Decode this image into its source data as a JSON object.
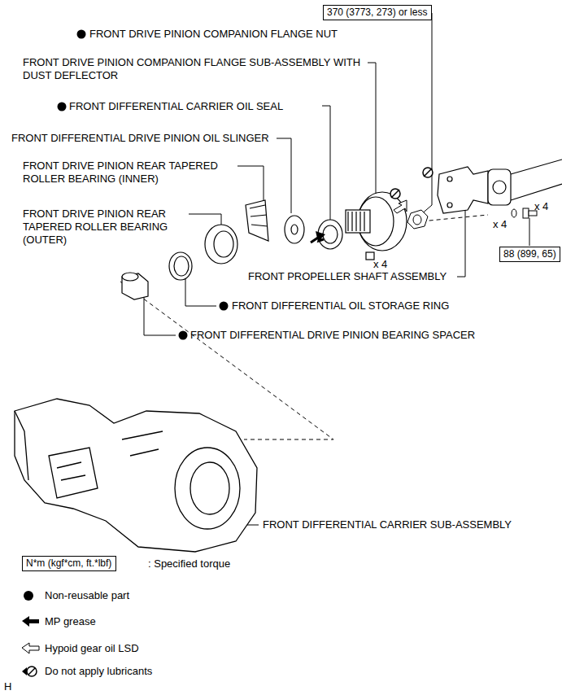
{
  "diagram": {
    "nodes": [
      {
        "text": [
          "370 (3773, 273) or less"
        ]
      },
      {
        "text": [
          "88 (899, 65)"
        ]
      },
      {
        "text": [
          "N*m (kgf*cm, ft.*lbf)"
        ]
      }
    ],
    "labels": [
      "FRONT DRIVE PINION COMPANION FLANGE NUT",
      "FRONT DRIVE PINION COMPANION FLANGE SUB-ASSEMBLY WITH DUST DEFLECTOR",
      "FRONT DIFFERENTIAL CARRIER OIL SEAL",
      "FRONT DIFFERENTIAL DRIVE PINION OIL SLINGER",
      "FRONT DRIVE PINION REAR TAPERED ROLLER BEARING (INNER)",
      "FRONT DRIVE PINION REAR TAPERED ROLLER BEARING (OUTER)",
      "x 4",
      "x 4",
      "x 4",
      "FRONT PROPELLER SHAFT ASSEMBLY",
      "FRONT DIFFERENTIAL OIL STORAGE RING",
      "FRONT DIFFERENTIAL DRIVE PINION BEARING SPACER",
      "FRONT DIFFERENTIAL CARRIER SUB-ASSEMBLY",
      ": Specified torque",
      "H"
    ],
    "legend": [
      {
        "text": "Non-reusable part"
      },
      {
        "text": "MP grease"
      },
      {
        "text": "Hypoid gear oil LSD"
      },
      {
        "text": "Do not apply lubricants"
      }
    ]
  }
}
